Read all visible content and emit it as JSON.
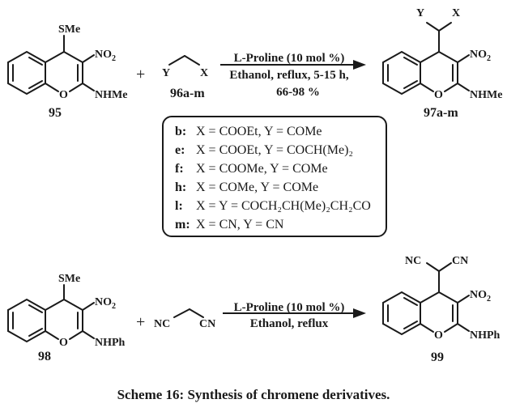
{
  "scheme": {
    "reaction1": {
      "reactant1": {
        "id": "95",
        "substituents": {
          "top": "SMe",
          "nitro": "NO2",
          "amine": "NHMe",
          "ring_o": "O"
        }
      },
      "plus": "+",
      "reactant2": {
        "id": "96a-m",
        "y_label": "Y",
        "x_label": "X"
      },
      "conditions": {
        "line1": "L-Proline (10 mol %)",
        "line2": "Ethanol, reflux, 5-15 h,",
        "line3": "66-98 %"
      },
      "product": {
        "id": "97a-m",
        "substituents": {
          "y_label": "Y",
          "x_label": "X",
          "nitro": "NO2",
          "amine": "NHMe",
          "ring_o": "O"
        }
      }
    },
    "legend": [
      {
        "key": "b:",
        "text": "X = COOEt,  Y = COMe"
      },
      {
        "key": "e:",
        "text": "X = COOEt,  Y = COCH(Me)₂"
      },
      {
        "key": "f:",
        "text": "X = COOMe, Y = COMe"
      },
      {
        "key": "h:",
        "text": "X = COMe,    Y = COMe"
      },
      {
        "key": "l:",
        "text": "X = Y = COCH₂CH(Me)₂CH₂CO"
      },
      {
        "key": "m:",
        "text": "X = CN,        Y = CN"
      }
    ],
    "reaction2": {
      "reactant1": {
        "id": "98",
        "substituents": {
          "top": "SMe",
          "nitro": "NO2",
          "amine": "NHPh",
          "ring_o": "O"
        }
      },
      "plus": "+",
      "reactant2": {
        "left": "NC",
        "right": "CN"
      },
      "conditions": {
        "line1": "L-Proline (10 mol %)",
        "line2": "Ethanol, reflux"
      },
      "product": {
        "id": "99",
        "substituents": {
          "left": "NC",
          "right": "CN",
          "nitro": "NO2",
          "amine": "NHPh",
          "ring_o": "O"
        }
      }
    }
  },
  "caption": "Scheme 16: Synthesis of chromene derivatives."
}
